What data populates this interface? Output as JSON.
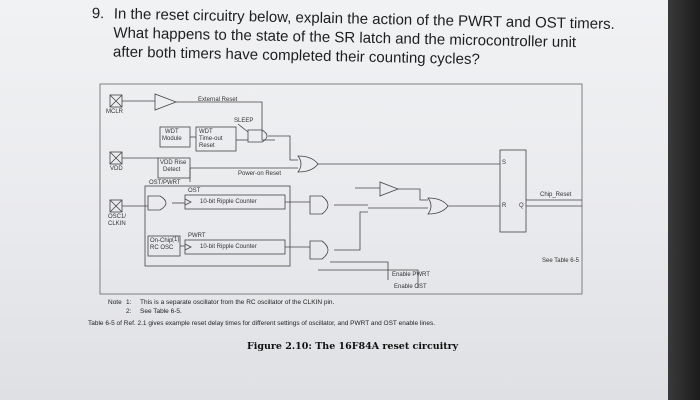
{
  "question": {
    "number": "9.",
    "line1": "In the reset circuitry below, explain the action of the PWRT and OST timers.",
    "line2": "What happens to the state of the SR latch and the microcontroller unit",
    "line3": "after both timers have completed their counting cycles?"
  },
  "diagram": {
    "mclr": "MCLR",
    "vdd": "VDD",
    "osc1": "OSC1/",
    "clkin": "CLKIN",
    "external_reset": "External Reset",
    "sleep": "SLEEP",
    "wdt_module_1": "WDT",
    "wdt_module_2": "Module",
    "wdt_timeout_1": "WDT",
    "wdt_timeout_2": "Time-out",
    "wdt_timeout_3": "Reset",
    "vdd_rise_1": "VDD Rise",
    "vdd_rise_2": "Detect",
    "power_on_reset": "Power-on Reset",
    "ost_pwrt": "OST/PWRT",
    "ost": "OST",
    "ost_counter": "10-bit Ripple Counter",
    "pwrt": "PWRT",
    "pwrt_counter": "10-bit Ripple Counter",
    "onchip_1": "On-Chip",
    "onchip_2": "RC OSC",
    "onchip_note": "(1)",
    "latch_s": "S",
    "latch_r": "R",
    "latch_q": "Q",
    "chip_reset": "Chip_Reset",
    "see_table": "See Table 6-5",
    "enable_pwrt": "Enable PWRT",
    "enable_ost": "Enable OST"
  },
  "notes": {
    "note_label": "Note",
    "n1_num": "1:",
    "n1_text": "This is a separate oscillator from the RC oscillator of the CLKIN pin.",
    "n2_num": "2:",
    "n2_text": "See Table 6-5.",
    "table_line": "Table 6-5 of Ref. 2.1 gives example reset delay times for different settings of oscillator, and PWRT and OST enable lines."
  },
  "caption": "Figure 2.10: The 16F84A reset circuitry"
}
